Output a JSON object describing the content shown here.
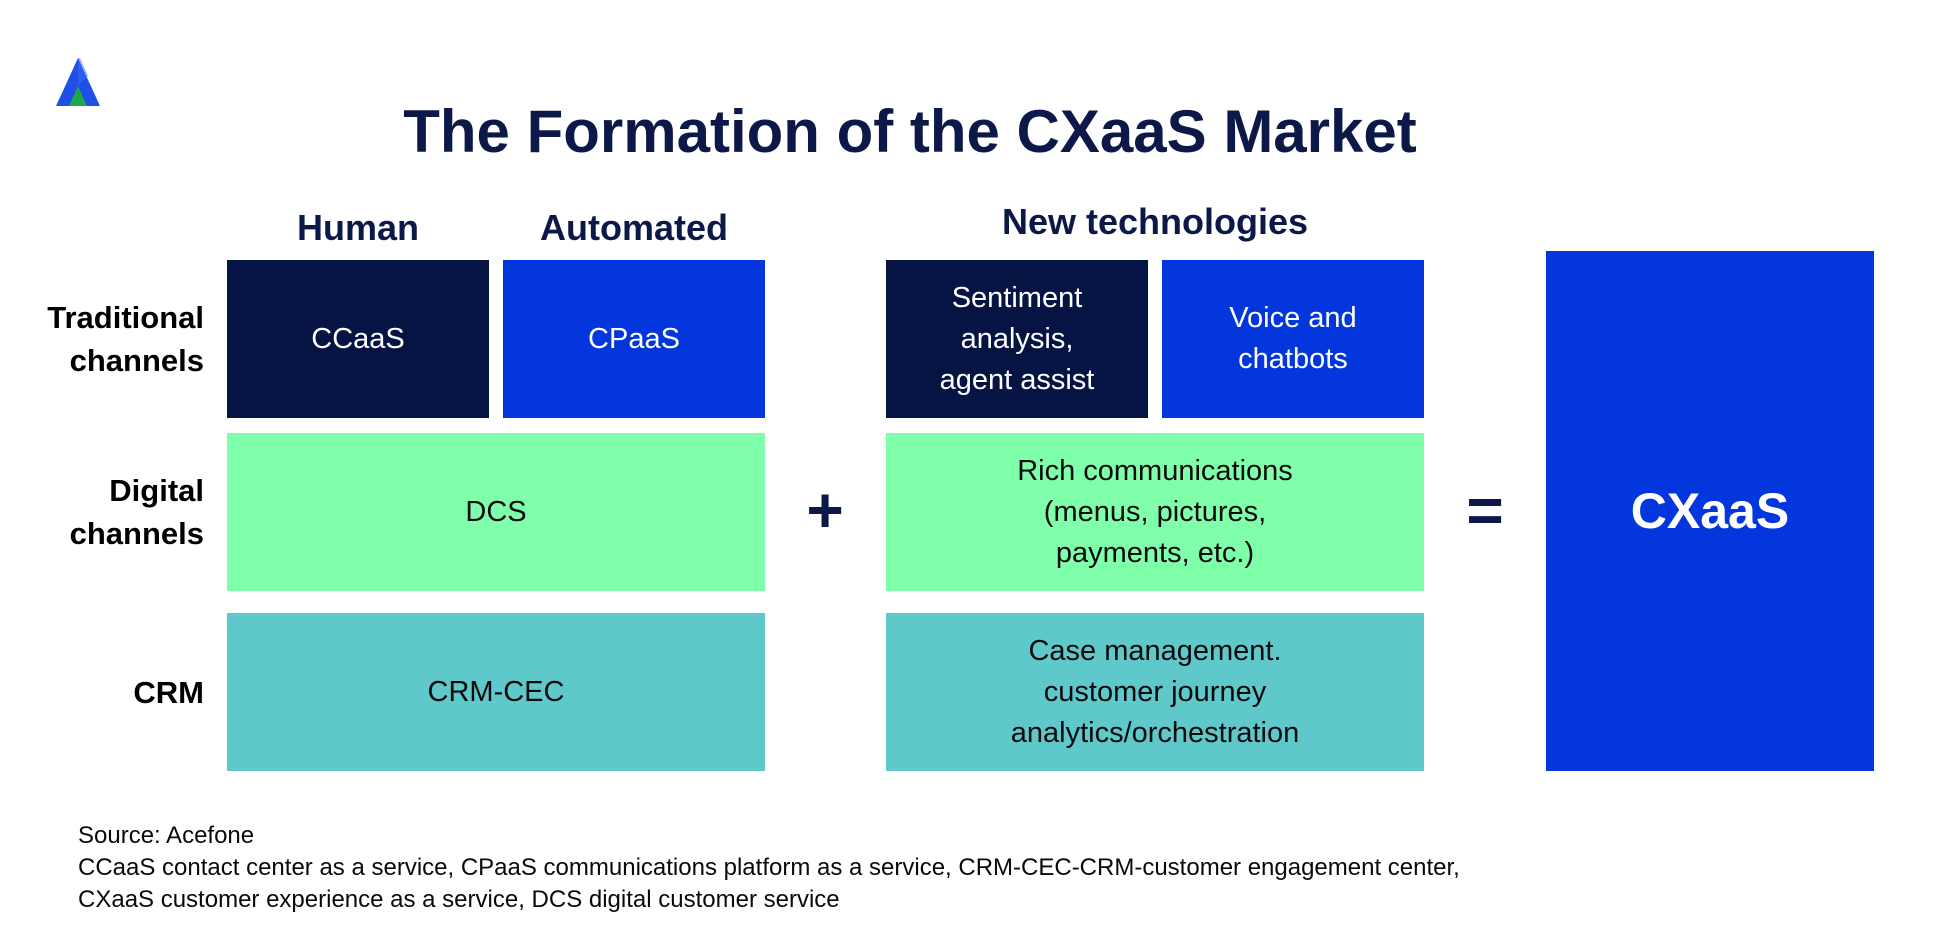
{
  "title": "The Formation of the CXaaS Market",
  "columns": {
    "human": "Human",
    "automated": "Automated",
    "new_technologies": "New technologies"
  },
  "rows": {
    "traditional": "Traditional\nchannels",
    "digital": "Digital\nchannels",
    "crm": "CRM"
  },
  "boxes": {
    "ccaas": "CCaaS",
    "cpaas": "CPaaS",
    "sentiment": "Sentiment\nanalysis,\nagent assist",
    "voice": "Voice and\nchatbots",
    "dcs": "DCS",
    "rich": "Rich communications\n(menus, pictures,\npayments, etc.)",
    "crm_cec": "CRM-CEC",
    "case": "Case management.\ncustomer journey\nanalytics/orchestration"
  },
  "operators": {
    "plus": "+",
    "equals": "="
  },
  "result": "CXaaS",
  "footer": {
    "source": "Source: Acefone",
    "line1": "CCaaS contact center as a service, CPaaS communications platform as a service, CRM-CEC-CRM-customer engagement center,",
    "line2": "CXaaS customer experience as a service, DCS digital customer service"
  },
  "colors": {
    "navy": "#061444",
    "blue": "#0336dd",
    "green": "#80ffaa",
    "teal": "#5ec8cb",
    "logo_blue": "#1e4fe6",
    "logo_green": "#1fa84a"
  },
  "icons": {
    "logo": "triangle-logo-icon"
  }
}
